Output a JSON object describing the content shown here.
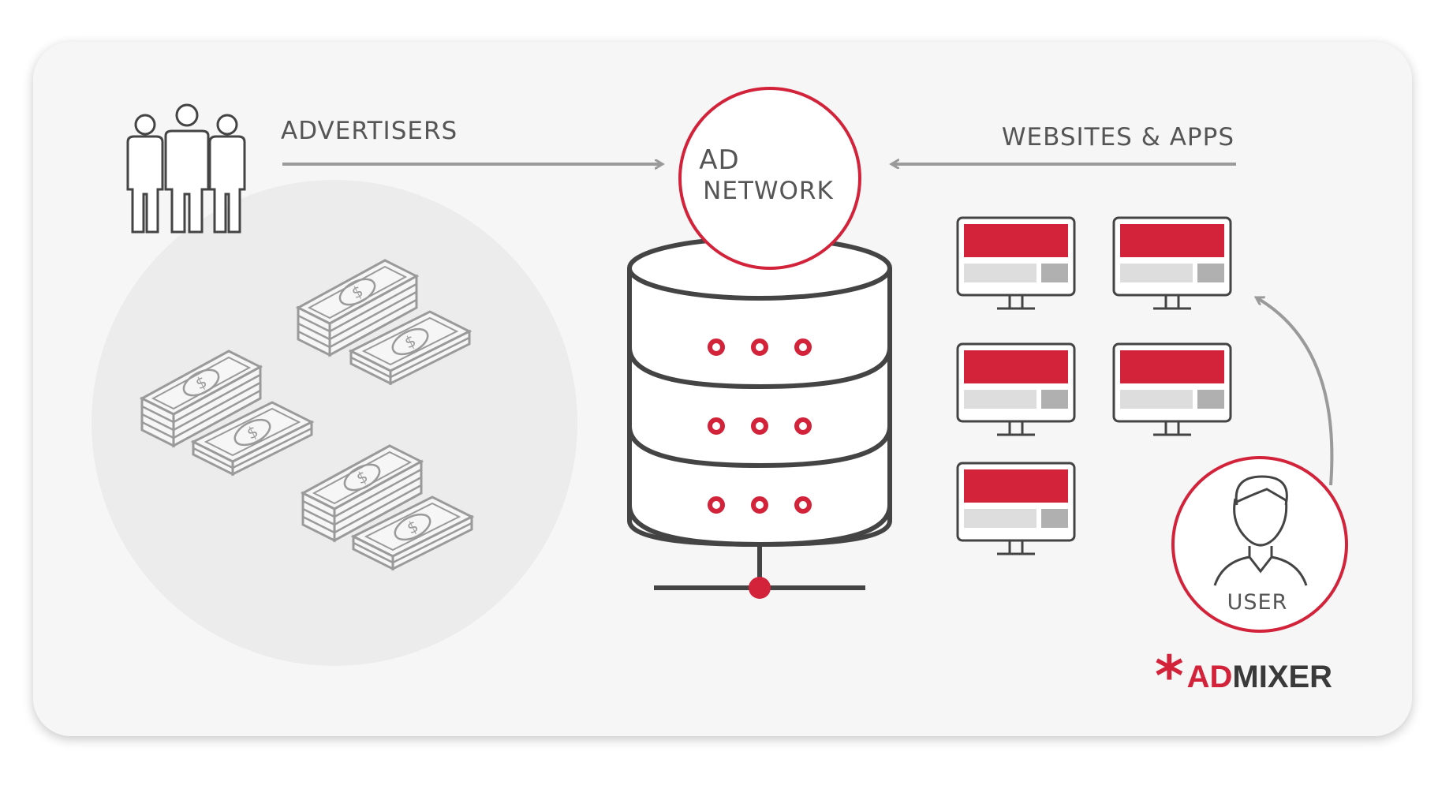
{
  "labels": {
    "advertisers": "ADVERTISERS",
    "websites_apps": "WEBSITES & APPS",
    "ad_network_line1": "AD",
    "ad_network_line2": "NETWORK",
    "user": "USER"
  },
  "logo": {
    "mark": "*",
    "ad": "AD",
    "mixer": "MIXER"
  },
  "colors": {
    "accent": "#d2233a",
    "line": "#444444",
    "money": "#9a9a9a",
    "arrow": "#9a9a9a"
  },
  "icons": [
    "people-group-icon",
    "money-stack-icon",
    "database-server-icon",
    "monitor-icon",
    "user-avatar-icon",
    "arrow-icon"
  ]
}
